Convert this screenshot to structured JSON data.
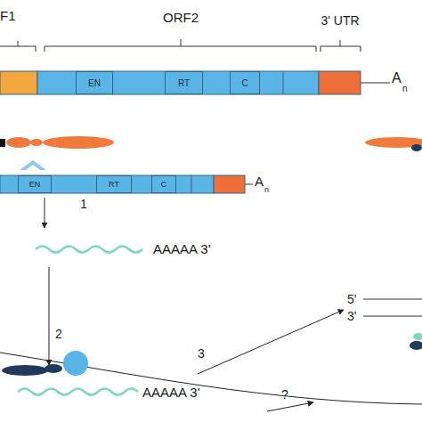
{
  "diagram": {
    "nodes": [
      {
        "text": [
          "EN"
        ]
      },
      {
        "text": [
          "RT"
        ]
      },
      {
        "text": [
          "C"
        ]
      },
      {
        "text": [
          "EN"
        ]
      },
      {
        "text": [
          "RT"
        ]
      },
      {
        "text": [
          "C"
        ]
      }
    ],
    "labels": [
      "F1",
      "ORF2",
      "3' UTR",
      "A",
      "n",
      "A",
      "n",
      "1",
      "AAAAA 3'",
      "2",
      "5'",
      "3'",
      "3",
      "AAAAA 3'",
      "?"
    ]
  }
}
